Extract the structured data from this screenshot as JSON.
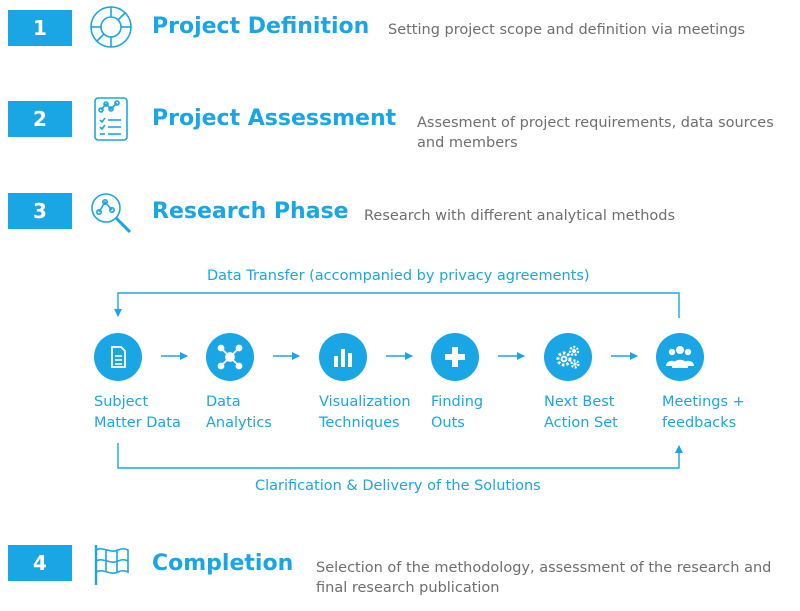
{
  "steps": [
    {
      "number": "1",
      "title": "Project Definition",
      "description": "Setting project scope and definition via meetings",
      "icon": "chart-ring-icon"
    },
    {
      "number": "2",
      "title": "Project Assessment",
      "description_lines": [
        "Assesment of project requirements, data sources",
        "and members"
      ],
      "icon": "clipboard-checklist-icon"
    },
    {
      "number": "3",
      "title": "Research Phase",
      "description": "Research with different analytical methods",
      "icon": "magnifier-network-icon"
    },
    {
      "number": "4",
      "title": "Completion",
      "description_lines": [
        "Selection of the methodology, assessment of the research and",
        "final research publication"
      ],
      "icon": "flag-icon"
    }
  ],
  "flow": {
    "top_label": "Data Transfer (accompanied by privacy agreements)",
    "bottom_label": "Clarification & Delivery of the Solutions",
    "nodes": [
      {
        "lines": [
          "Subject",
          "Matter Data"
        ],
        "icon": "document-icon"
      },
      {
        "lines": [
          "Data",
          "Analytics"
        ],
        "icon": "network-icon"
      },
      {
        "lines": [
          "Visualization",
          "Techniques"
        ],
        "icon": "bar-chart-icon"
      },
      {
        "lines": [
          "Finding",
          "Outs"
        ],
        "icon": "plus-icon"
      },
      {
        "lines": [
          "Next Best",
          "Action Set"
        ],
        "icon": "gears-icon"
      },
      {
        "lines": [
          "Meetings +",
          "feedbacks"
        ],
        "icon": "people-icon"
      }
    ]
  },
  "colors": {
    "accent": "#1aa6e4",
    "text_muted": "#6e6e6e"
  }
}
